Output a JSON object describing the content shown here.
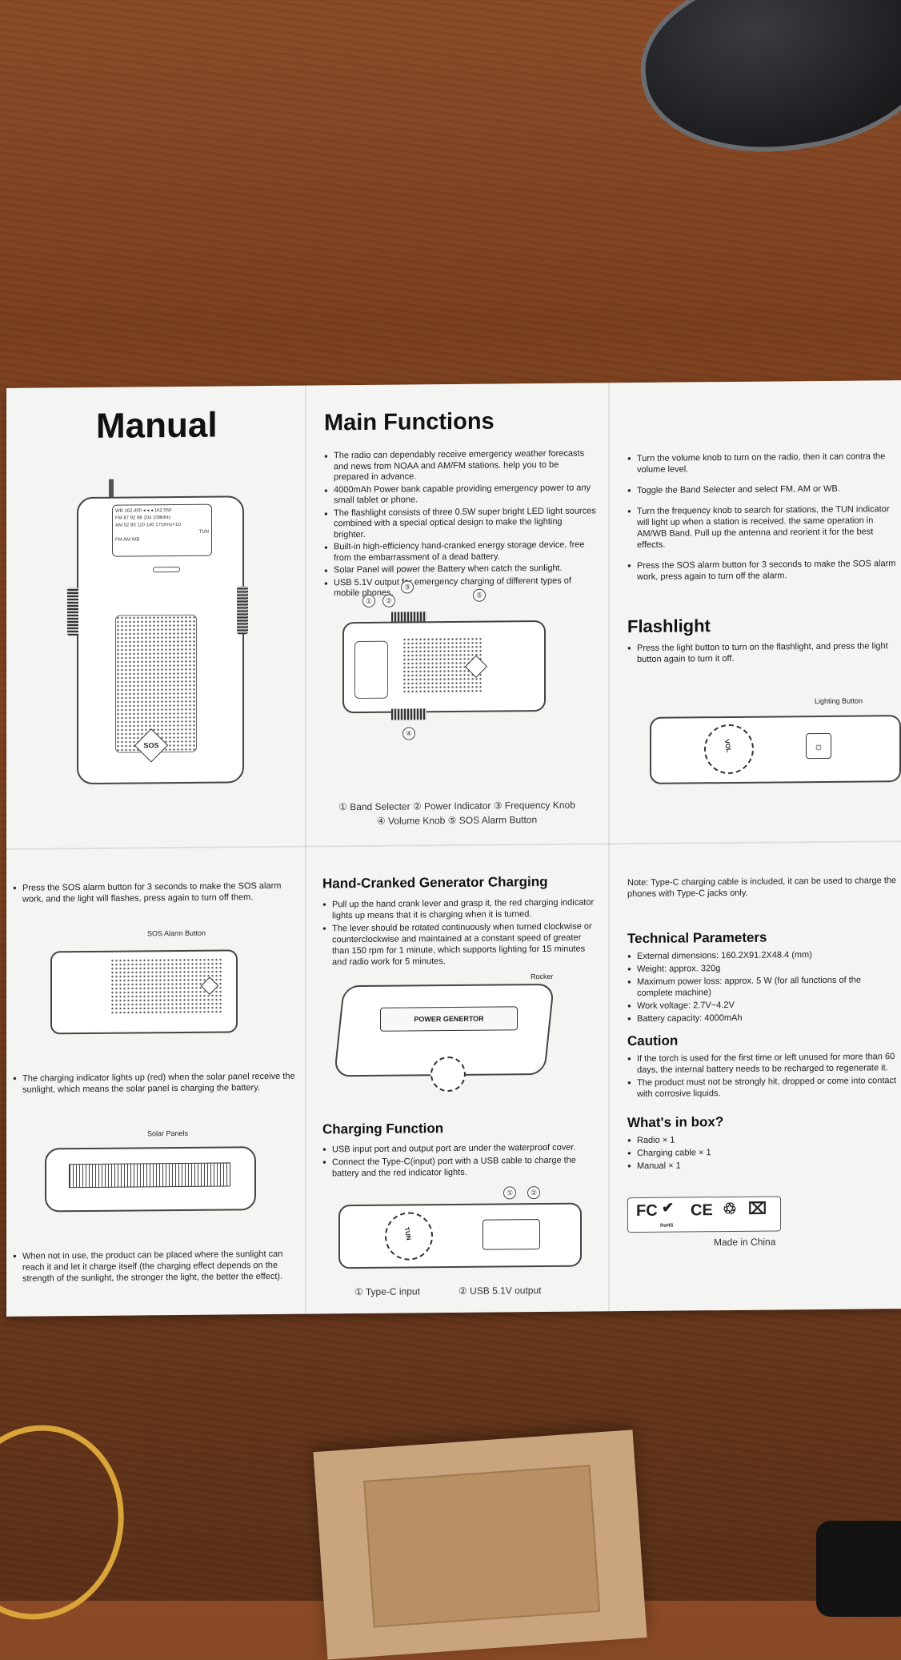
{
  "manual": {
    "title": "Manual",
    "radio_face": {
      "line1": "WB 162.400 ◂ ◂ ◂ 162.550",
      "line2": "FM 87  92  98  104  108MHz",
      "line3": "AM 52  80  110  140  171KHz×10",
      "tun": "TUN",
      "band": "FM  AM  WB",
      "sos": "SOS"
    }
  },
  "main_functions": {
    "title": "Main Functions",
    "bullets": [
      "The radio can dependably receive emergency weather forecasts and news from NOAA and AM/FM stations. help you to be prepared in advance.",
      "4000mAh Power bank capable providing emergency power to any small tablet or phone.",
      "The flashlight consists of three 0.5W super bright LED light sources combined with a special optical design to make the lighting brighter.",
      "Built-in high-efficiency hand-cranked energy storage device, free from the embarrassment of a dead battery.",
      "Solar Panel will power the Battery when catch the sunlight.",
      "USB 5.1V output for emergency charging of different types of mobile phones."
    ],
    "markers": [
      "①",
      "②",
      "③",
      "④",
      "⑤"
    ],
    "legend_line1": "① Band Selecter   ② Power Indicator   ③ Frequency Knob",
    "legend_line2": "④ Volume Knob   ⑤ SOS Alarm Button"
  },
  "right_top": {
    "bullets": [
      "Turn the volume knob to turn on the radio, then it can contra the volume level.",
      "Toggle the Band Selecter and select FM, AM  or WB.",
      "Turn the frequency knob to search for stations, the TUN indicator will light up when a station is received. the same operation in AM/WB Band. Pull up the antenna and reorient it for the best effects.",
      "Press the SOS alarm button for 3 seconds to make the SOS alarm work, press again to turn off the alarm."
    ],
    "flashlight_title": "Flashlight",
    "flashlight_text": "Press the light button to turn on the flashlight, and press the light button again to turn it off.",
    "lighting_button_label": "Lighting Button",
    "vol": "VOL"
  },
  "left_bottom": {
    "sos_text": "Press the SOS alarm button for 3 seconds to make the SOS alarm work, and the light will flashes, press again to turn off them.",
    "sos_label": "SOS Alarm Button",
    "charging_text": "The charging indicator lights up (red) when the solar panel receive the sunlight, which means the solar panel is charging the battery.",
    "solar_label": "Solar Panels",
    "sunlight_text": "When not in use, the product can be placed where the sunlight can reach it and let it charge itself (the charging effect depends on the strength of the sunlight, the stronger the light, the better the effect)."
  },
  "middle_bottom": {
    "crank_title": "Hand-Cranked Generator Charging",
    "crank_bullets": [
      "Pull up the hand crank lever and grasp it, the red charging indicator lights up means that it is charging  when it is turned.",
      "The lever should be rotated continuously when turned clockwise or counterclockwise and maintained at a constant speed of greater than 150 rpm for 1 minute, which supports lighting for 15 minutes and radio work for 5 minutes."
    ],
    "rocker_label": "Rocker",
    "power_generator": "POWER GENERTOR",
    "charging_title": "Charging Function",
    "charging_bullets": [
      "USB input port and output port are under the waterproof cover.",
      "Connect the Type-C(input) port with a USB cable to charge the battery and the red indicator lights."
    ],
    "tun": "TUN",
    "port_markers": [
      "①",
      "②"
    ],
    "port_legend_1": "① Type-C input",
    "port_legend_2": "② USB 5.1V output"
  },
  "right_bottom": {
    "note": "Note: Type-C charging cable is included, it can be used to charge the phones with Type-C jacks only.",
    "tech_title": "Technical Parameters",
    "tech_bullets": [
      "External dimensions: 160.2X91.2X48.4 (mm)",
      "Weight: approx. 320g",
      "Maximum power loss: approx. 5 W (for all functions of the complete machine)",
      "Work voltage: 2.7V~4.2V",
      "Battery capacity: 4000mAh"
    ],
    "caution_title": "Caution",
    "caution_bullets": [
      "If the torch is used for the first time or left unused for more than 60 days, the internal battery needs to be recharged to regenerate it.",
      "The product must not be strongly hit, dropped or come into contact with corrosive liquids."
    ],
    "box_title": "What's in box?",
    "box_items": [
      "Radio × 1",
      "Charging cable × 1",
      "Manual × 1"
    ],
    "cert_fc": "FC",
    "cert_ce": "CE",
    "rohs": "RoHS",
    "made_in": "Made in China"
  }
}
